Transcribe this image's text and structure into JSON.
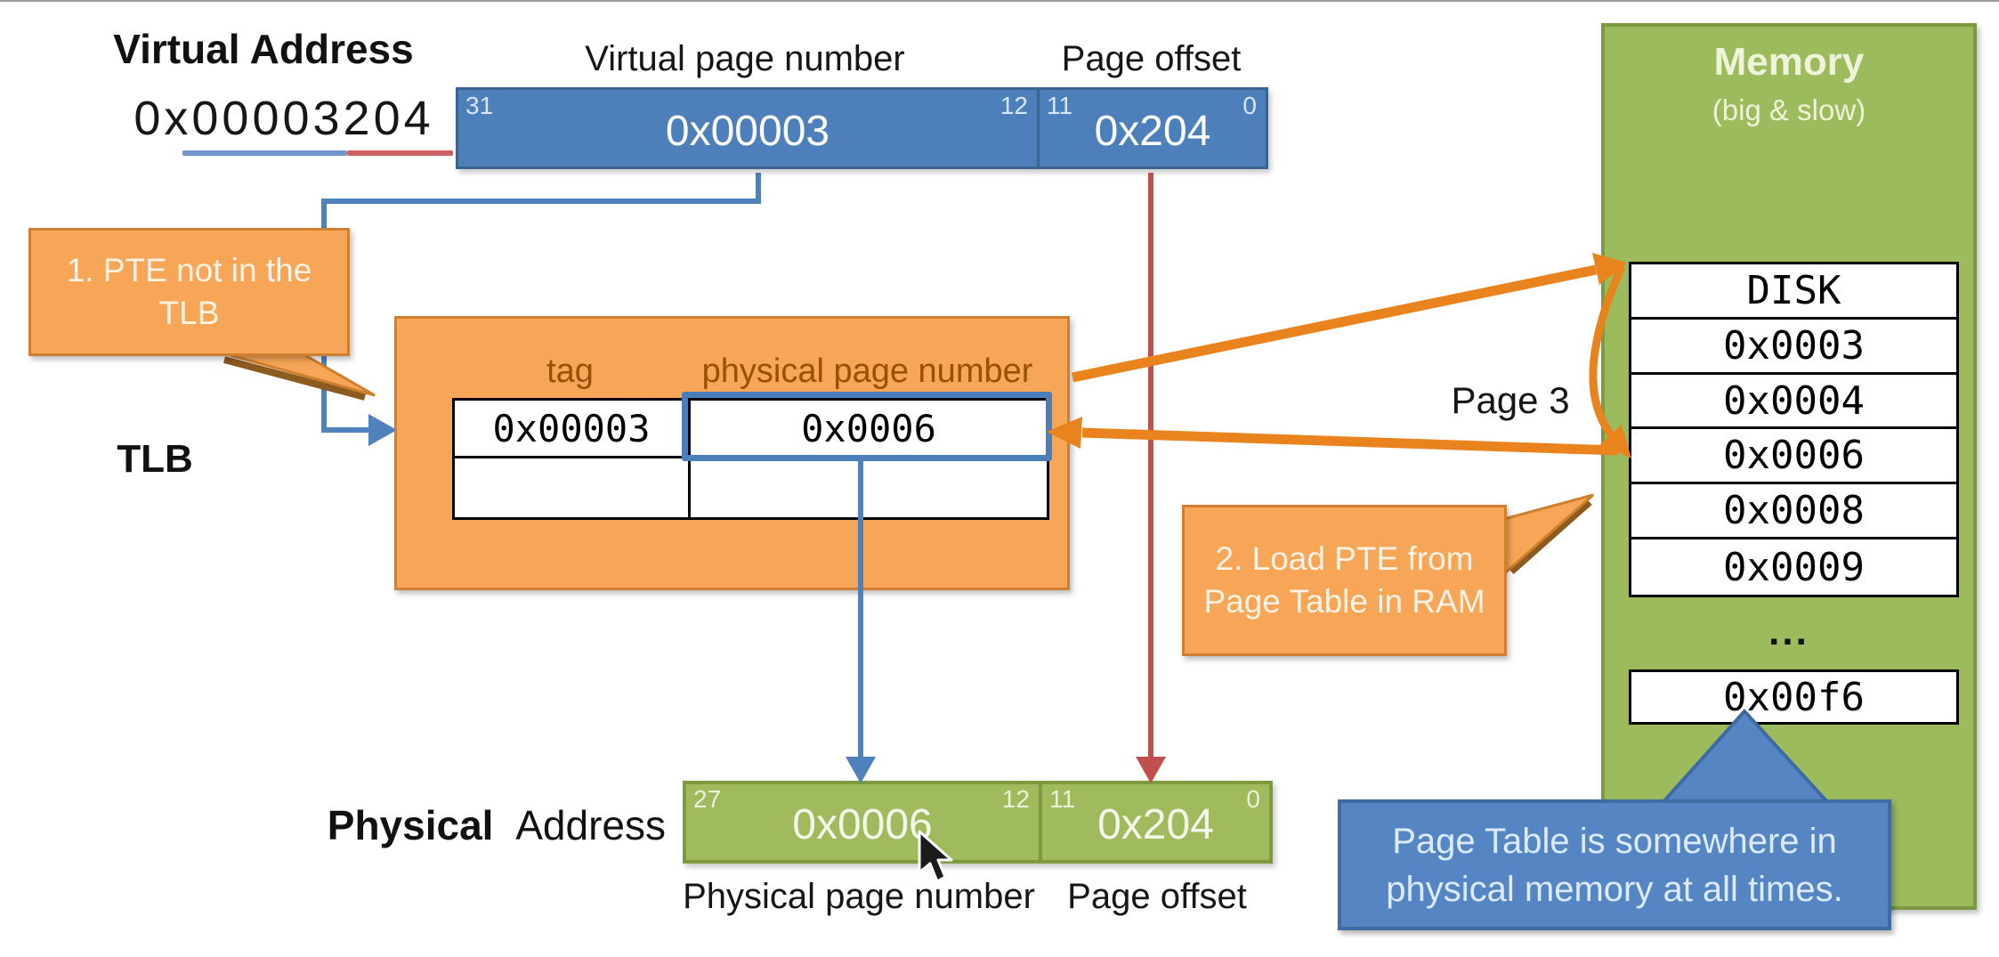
{
  "colors": {
    "blue_fill": "#4d80bb",
    "blue_border": "#3a648f",
    "green_fill": "#9cbb5c",
    "green_border": "#7c9a42",
    "orange_fill": "#f7a556",
    "orange_border": "#cf7f2e",
    "arrow_orange": "#e8831d",
    "connector_blue": "#4f81bd",
    "red_accent": "#c0504d",
    "callout_blue_fill": "#5585c2",
    "callout_blue_border": "#3f6ba3",
    "tlb_header_brown": "#9a4f06"
  },
  "va": {
    "title": "Virtual Address",
    "value": "0x00003204"
  },
  "va_box": {
    "vpn_label": "Virtual page number",
    "offset_label": "Page offset",
    "bit_hi": "31",
    "bit_mid_left": "12",
    "bit_mid_right": "11",
    "bit_lo": "0",
    "vpn_value": "0x00003",
    "offset_value": "0x204"
  },
  "callout1": {
    "text": "1. PTE not in the TLB"
  },
  "callout2": {
    "text": "2. Load PTE from Page Table in RAM"
  },
  "callout3": {
    "text": "Page Table is somewhere in physical memory at all times."
  },
  "tlb": {
    "label": "TLB",
    "tag_header": "tag",
    "ppn_header": "physical page number",
    "rows": [
      {
        "tag": "0x00003",
        "ppn": "0x0006"
      },
      {
        "tag": "",
        "ppn": ""
      }
    ]
  },
  "memory": {
    "title": "Memory",
    "subtitle": "(big & slow)",
    "rows": [
      "DISK",
      "0x0003",
      "0x0004",
      "0x0006",
      "0x0008",
      "0x0009"
    ],
    "ellipsis": "...",
    "page_table_row": "0x00f6",
    "page_label": "Page 3"
  },
  "pa": {
    "title_bold": "Physical",
    "title_rest": "Address",
    "bit_hi": "27",
    "bit_mid_left": "12",
    "bit_mid_right": "11",
    "bit_lo": "0",
    "ppn_value": "0x0006",
    "offset_value": "0x204",
    "ppn_label": "Physical page number",
    "offset_label": "Page offset"
  }
}
